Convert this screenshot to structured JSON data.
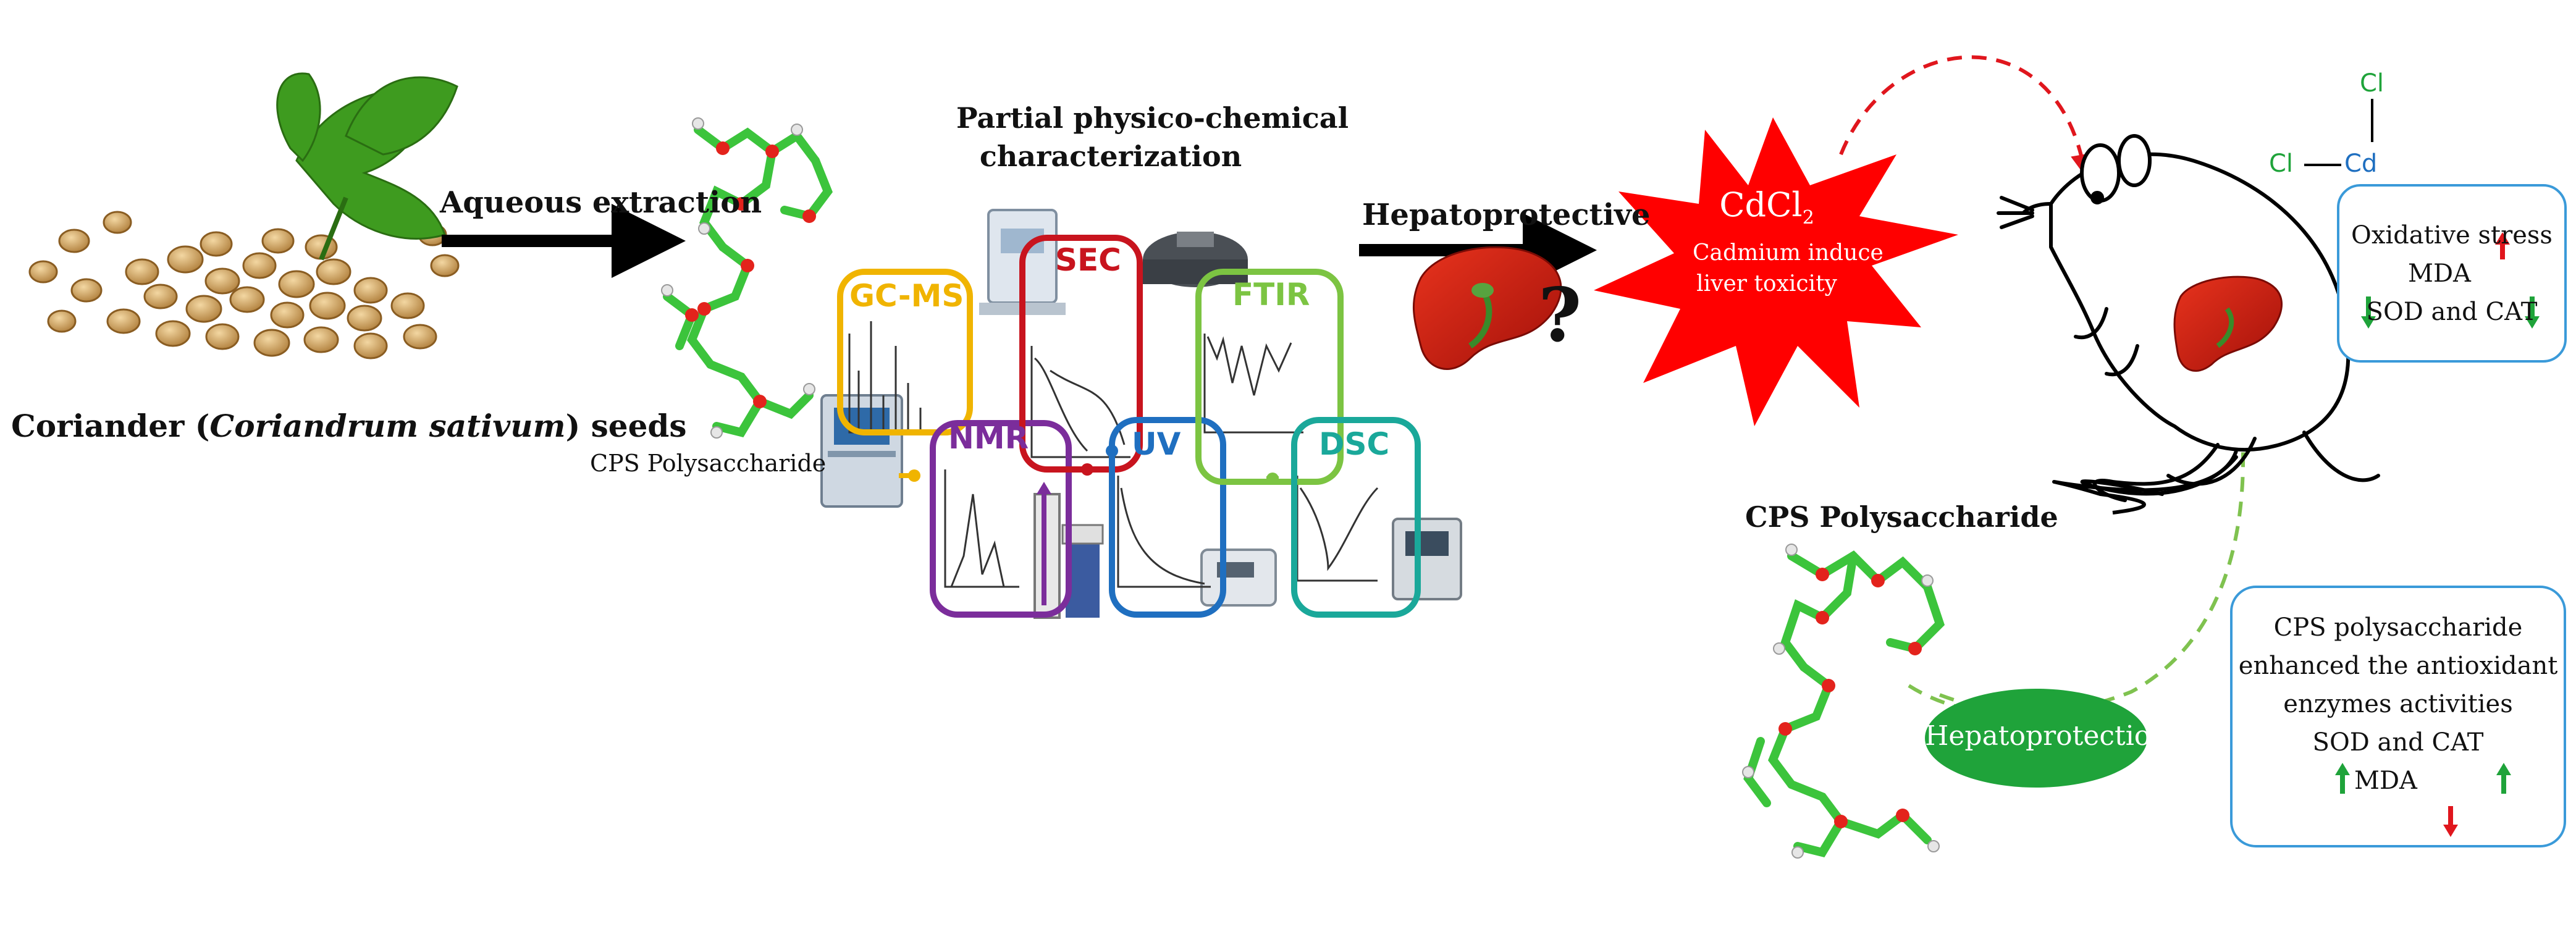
{
  "labels": {
    "aqueous_extraction": "Aqueous extraction",
    "seeds_caption_prefix": "Coriander (",
    "seeds_caption_species": "Coriandrum sativum",
    "seeds_caption_suffix": ") seeds",
    "cps_polysaccharide_small": "CPS Polysaccharide",
    "partial_char_line1": "Partial physico-chemical",
    "partial_char_line2": "characterization",
    "hepatoprotective": "Hepatoprotective",
    "question_mark": "?",
    "cps_polysaccharide_bold": "CPS Polysaccharide",
    "hepatoprotection": "Hepatoprotection"
  },
  "techniques": {
    "gcms": "GC-MS",
    "sec": "SEC",
    "ftir": "FTIR",
    "nmr": "NMR",
    "uv": "UV",
    "dsc": "DSC"
  },
  "burst": {
    "formula_main": "CdCl",
    "formula_sub": "2",
    "line1": "Cadmium induce",
    "line2": "liver toxicity"
  },
  "chem": {
    "cl_top": "Cl",
    "cl_left": "Cl",
    "cd": "Cd"
  },
  "stress_box": {
    "title": "Oxidative stress",
    "mda": "MDA",
    "sod_cat": "SOD and CAT"
  },
  "effect_box": {
    "line1": "CPS polysaccharide",
    "line2": "enhanced the antioxidant",
    "line3": "enzymes activities",
    "sod_cat": "SOD and CAT",
    "mda": "MDA"
  },
  "colors": {
    "gcms": "#f0b400",
    "sec": "#c8141e",
    "ftir": "#7cc442",
    "nmr": "#7b2d9b",
    "uv": "#1f6fc0",
    "dsc": "#1aa89a",
    "burst": "#ff0000",
    "hepatoprotection": "#1fa33a",
    "up_green": "#1fa33a",
    "down_red": "#e0161d",
    "box_border": "#3a9ad9"
  }
}
